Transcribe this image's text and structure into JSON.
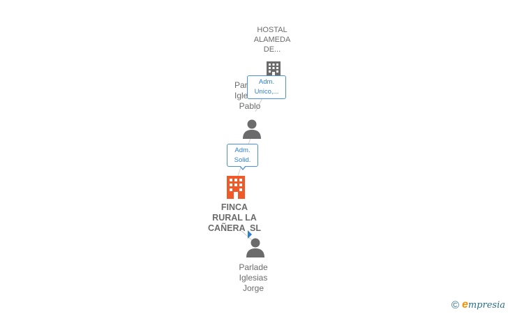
{
  "nodes": {
    "hostal": {
      "label_lines": [
        "HOSTAL",
        "ALAMEDA",
        "DE..."
      ],
      "icon": "building-icon",
      "color": "#6b6b6b"
    },
    "pablo": {
      "label_lines": [
        "Par",
        "Igle",
        "Pablo"
      ],
      "icon": "person-icon",
      "color": "#6b6b6b"
    },
    "finca": {
      "label_lines": [
        "FINCA",
        "RURAL LA",
        "CAÑERA  SL"
      ],
      "icon": "building-icon",
      "color": "#f05a28"
    },
    "jorge": {
      "label_lines": [
        "Parlade",
        "Iglesias",
        "Jorge"
      ],
      "icon": "person-icon",
      "color": "#6b6b6b"
    }
  },
  "relations": {
    "hostal_pablo": {
      "lines": [
        "Adm.",
        "Unico,..."
      ]
    },
    "pablo_finca": {
      "lines": [
        "Adm.",
        "Solid."
      ]
    }
  },
  "footer": {
    "copyright": "©",
    "brand_first": "e",
    "brand_rest": "mpresia"
  }
}
